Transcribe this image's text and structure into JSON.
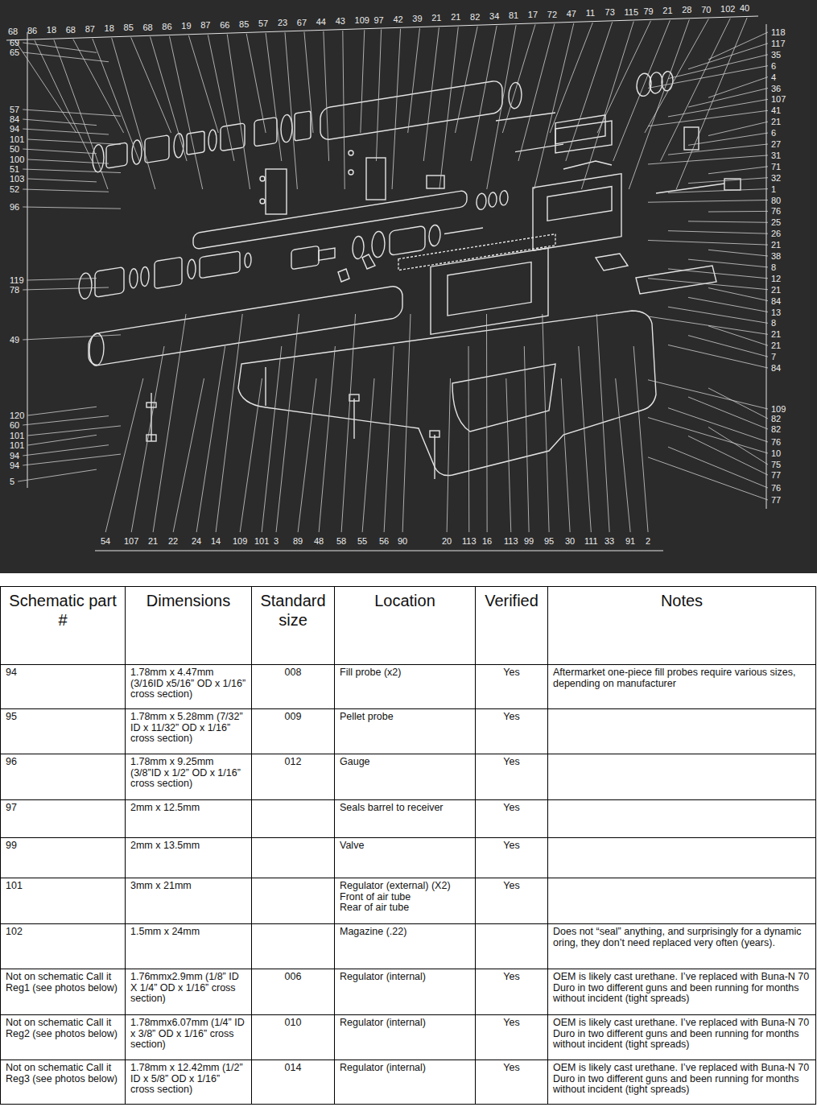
{
  "diagram": {
    "labels": [
      "68",
      "86",
      "18",
      "68",
      "87",
      "18",
      "85",
      "68",
      "86",
      "19",
      "87",
      "66",
      "85",
      "57",
      "23",
      "67",
      "44",
      "43",
      "109",
      "97",
      "42",
      "39",
      "21",
      "21",
      "82",
      "34",
      "81",
      "17",
      "72",
      "47",
      "11",
      "73",
      "115",
      "79",
      "21",
      "28",
      "70",
      "102",
      "40",
      "69",
      "65",
      "57",
      "84",
      "94",
      "101",
      "50",
      "100",
      "51",
      "103",
      "52",
      "96",
      "119",
      "78",
      "49",
      "120",
      "60",
      "101",
      "101",
      "94",
      "94",
      "5",
      "118",
      "117",
      "35",
      "6",
      "4",
      "36",
      "107",
      "41",
      "21",
      "6",
      "27",
      "31",
      "71",
      "32",
      "1",
      "80",
      "76",
      "25",
      "26",
      "21",
      "38",
      "8",
      "12",
      "21",
      "84",
      "13",
      "8",
      "21",
      "21",
      "7",
      "84",
      "109",
      "82",
      "82",
      "76",
      "10",
      "75",
      "77",
      "76",
      "77",
      "54",
      "107",
      "21",
      "22",
      "24",
      "14",
      "109",
      "101",
      "3",
      "89",
      "48",
      "58",
      "55",
      "56",
      "90",
      "20",
      "113",
      "16",
      "113",
      "99",
      "95",
      "30",
      "111",
      "33",
      "91",
      "2",
      "Schematic part #",
      "Dimensions",
      "Standard size",
      "Location",
      "Verified",
      "Notes",
      "94",
      "1.78mm x 4.47mm (3/16ID x5/16” OD x 1/16” cross section)",
      "008",
      "Fill probe (x2)",
      "Yes",
      "Aftermarket one-piece fill probes require various sizes, depending on manufacturer",
      "95",
      "1.78mm x 5.28mm (7/32” ID x 11/32” OD x 1/16” cross section)",
      "009",
      "Pellet probe",
      "Yes",
      "96",
      "1.78mm x 9.25mm (3/8”ID x 1/2” OD x 1/16” cross section)",
      "012",
      "Gauge",
      "Yes",
      "97",
      "2mm x 12.5mm",
      "Seals barrel to receiver",
      "Yes",
      "99",
      "2mm x 13.5mm",
      "Valve",
      "Yes",
      "101",
      "3mm x 21mm",
      "Regulator (external) (X2)",
      "Front of air tube",
      "Rear of air tube",
      "Yes",
      "102",
      "1.5mm x 24mm",
      "Magazine (.22)",
      "Does not “seal” anything, and surprisingly for a dynamic oring, they don’t need replaced very often (years).",
      "Not on schematic Call it Reg1 (see photos below)",
      "1.76mmx2.9mm (1/8” ID X 1/4” OD x 1/16” cross section)",
      "006",
      "Regulator (internal)",
      "Yes",
      "OEM is likely cast urethane. I’ve replaced with Buna-N 70 Duro in two different guns and been running for months without incident (tight spreads)",
      "Not on schematic Call it Reg2 (see photos below)",
      "1.78mmx6.07mm (1/4” ID x 3/8” OD x 1/16” cross section)",
      "010",
      "Regulator (internal)",
      "Yes",
      "OEM is likely cast urethane. I’ve replaced with Buna-N 70 Duro in two different guns and been running for months without incident (tight spreads)",
      "Not on schematic Call it Reg3 (see photos below)",
      "1.78mm x 12.42mm (1/2” ID x 5/8” OD x 1/16” cross section)",
      "014",
      "Regulator (internal)",
      "Yes",
      "OEM is likely cast urethane. I’ve replaced with Buna-N 70 Duro in two different guns and been running for months without incident (tight spreads)"
    ]
  }
}
